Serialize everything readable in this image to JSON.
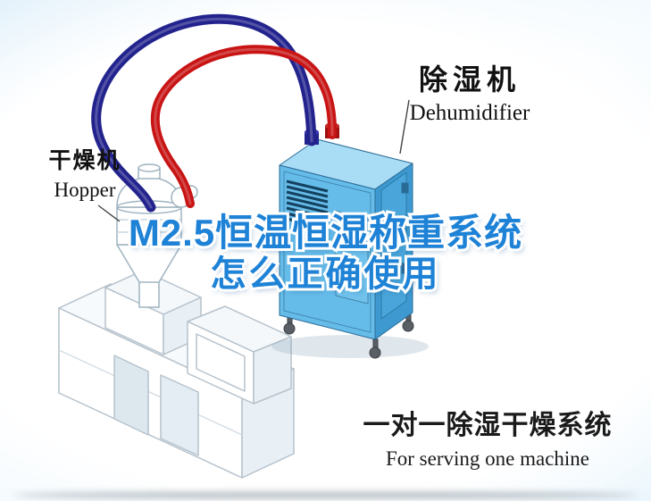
{
  "labels": {
    "dehumidifier_zh": "除湿机",
    "dehumidifier_en": "Dehumidifier",
    "hopper_zh": "干燥机",
    "hopper_en": "Hopper"
  },
  "headline": {
    "line1": "M2.5恒温恒湿称重系统",
    "line2": "怎么正确使用"
  },
  "caption": {
    "zh": "一对一除湿干燥系统",
    "en": "For serving one machine"
  },
  "colors": {
    "headline_blue": "#1e82d6",
    "headline_outline": "#ffffff",
    "pipe_red": "#c81414",
    "pipe_navy": "#23238e",
    "dehumidifier_front": "#66bce9",
    "dehumidifier_side": "#3d99cf",
    "dehumidifier_top": "#a9dcf5",
    "lineart_stroke": "#b6c2cc",
    "background_blue": "#cfe9f9"
  }
}
